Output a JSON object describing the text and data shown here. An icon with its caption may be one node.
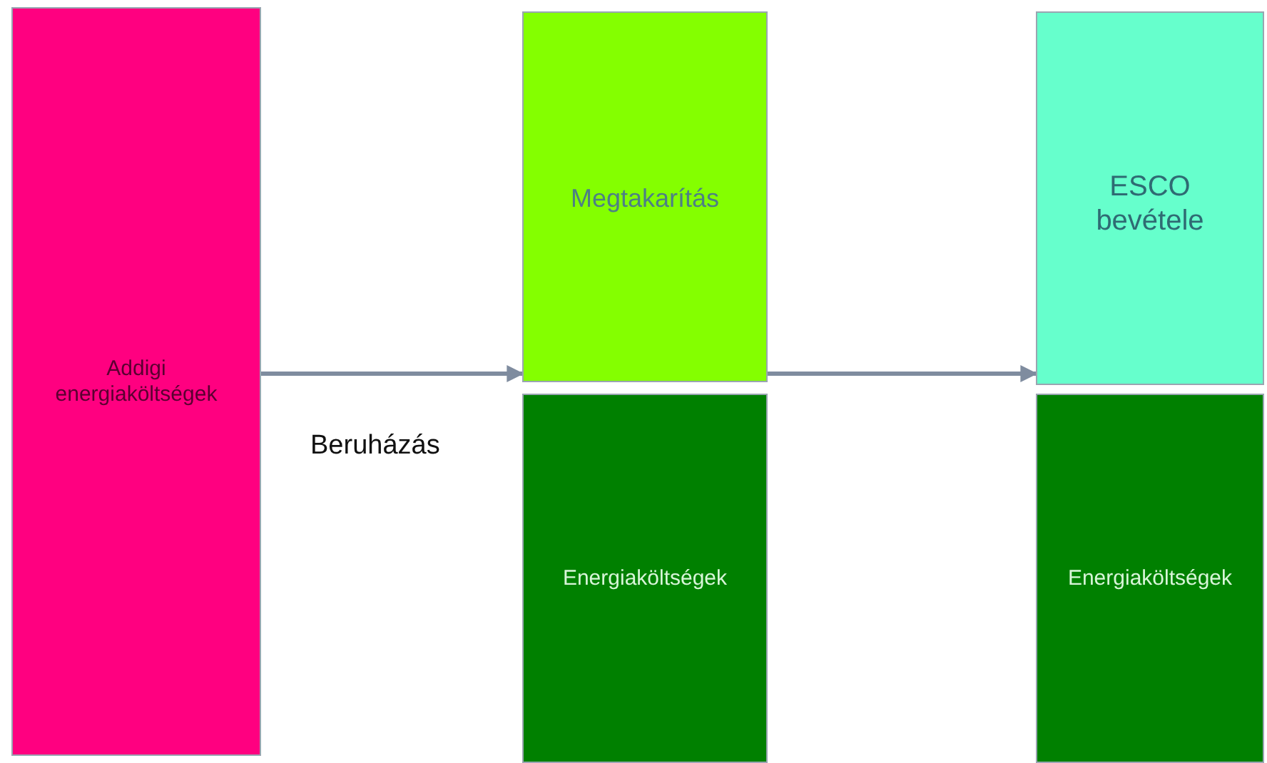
{
  "diagram": {
    "nodes": [
      {
        "text": [
          "Addigi energiaköltségek"
        ]
      },
      {
        "text": [
          "Megtakarítás"
        ]
      },
      {
        "text": [
          "Energiaköltségek"
        ]
      },
      {
        "text": [
          "ESCO bevétele"
        ]
      },
      {
        "text": [
          "Energiaköltségek"
        ]
      }
    ],
    "edges": [
      {
        "from": 0,
        "to": 1,
        "arrow": "to",
        "label": "Beruházás"
      },
      {
        "from": 1,
        "to": 3,
        "arrow": "to"
      }
    ]
  }
}
